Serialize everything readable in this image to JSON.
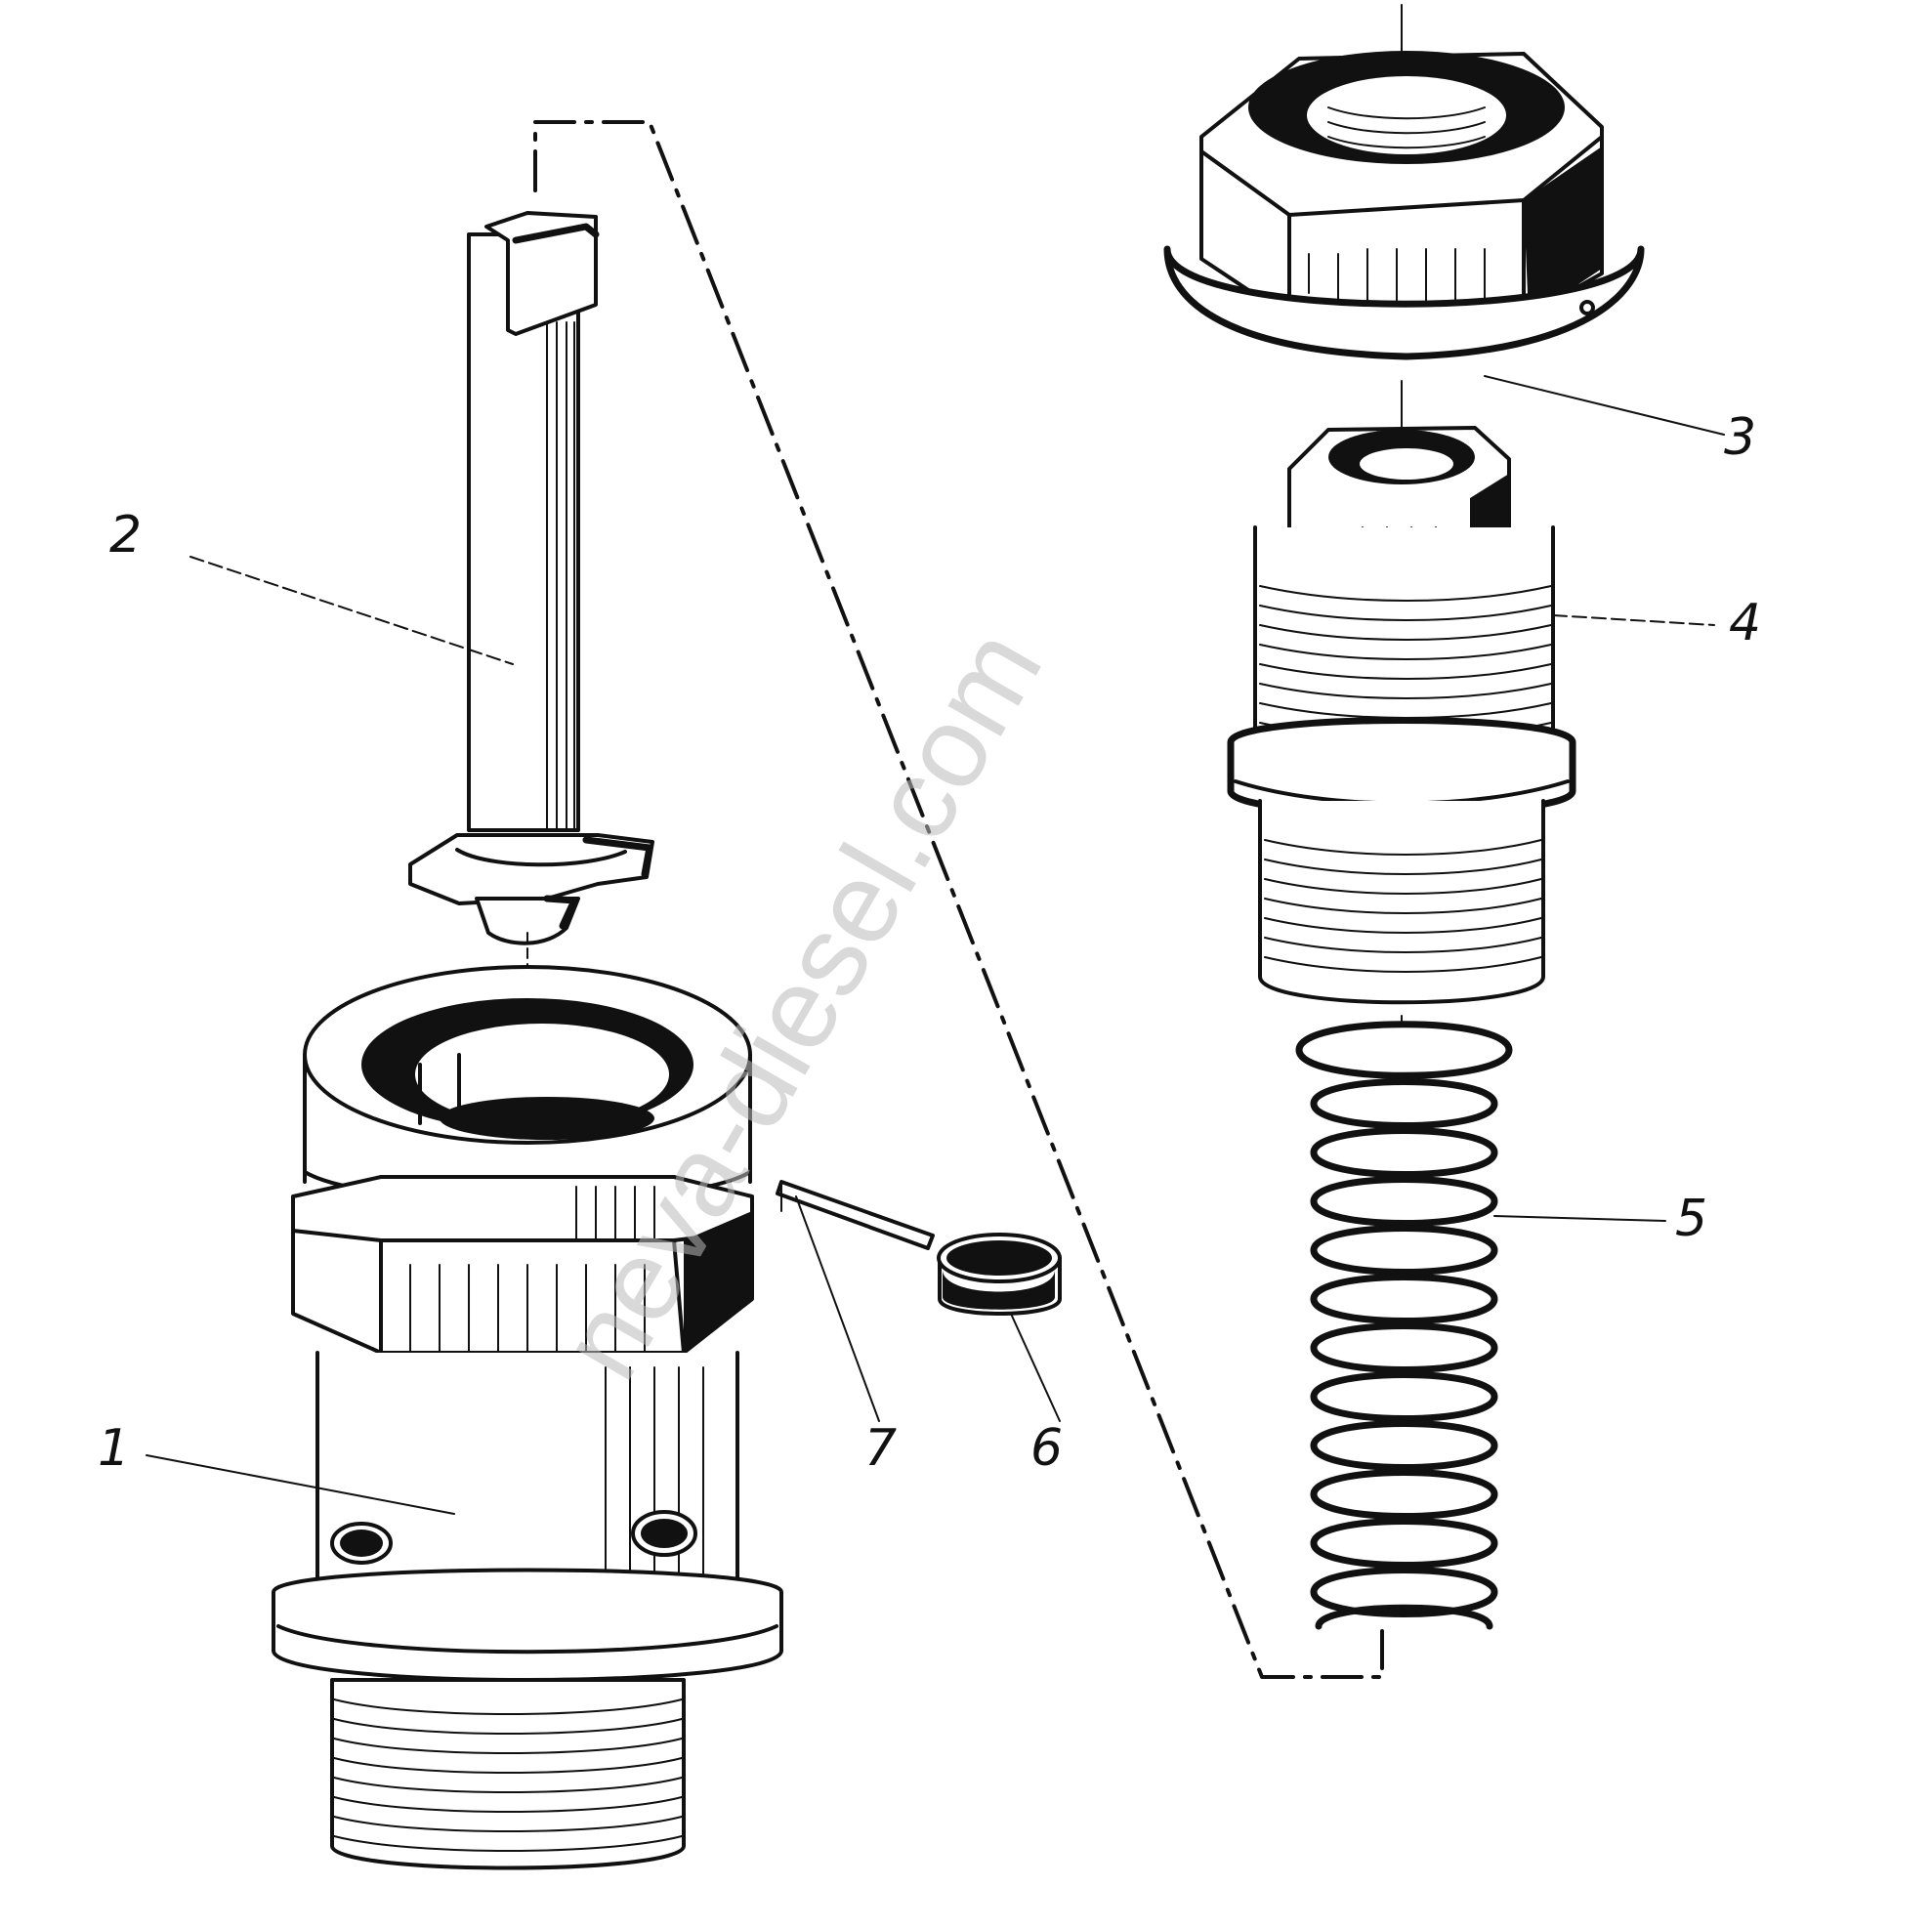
{
  "callouts": [
    {
      "id": "1",
      "label": "1"
    },
    {
      "id": "2",
      "label": "2"
    },
    {
      "id": "3",
      "label": "3"
    },
    {
      "id": "4",
      "label": "4"
    },
    {
      "id": "5",
      "label": "5"
    },
    {
      "id": "6",
      "label": "6"
    },
    {
      "id": "7",
      "label": "7"
    }
  ],
  "watermark": "neva-diesel.com",
  "colors": {
    "ink": "#111111",
    "paper": "#ffffff",
    "watermark": "#b9b9b9"
  }
}
